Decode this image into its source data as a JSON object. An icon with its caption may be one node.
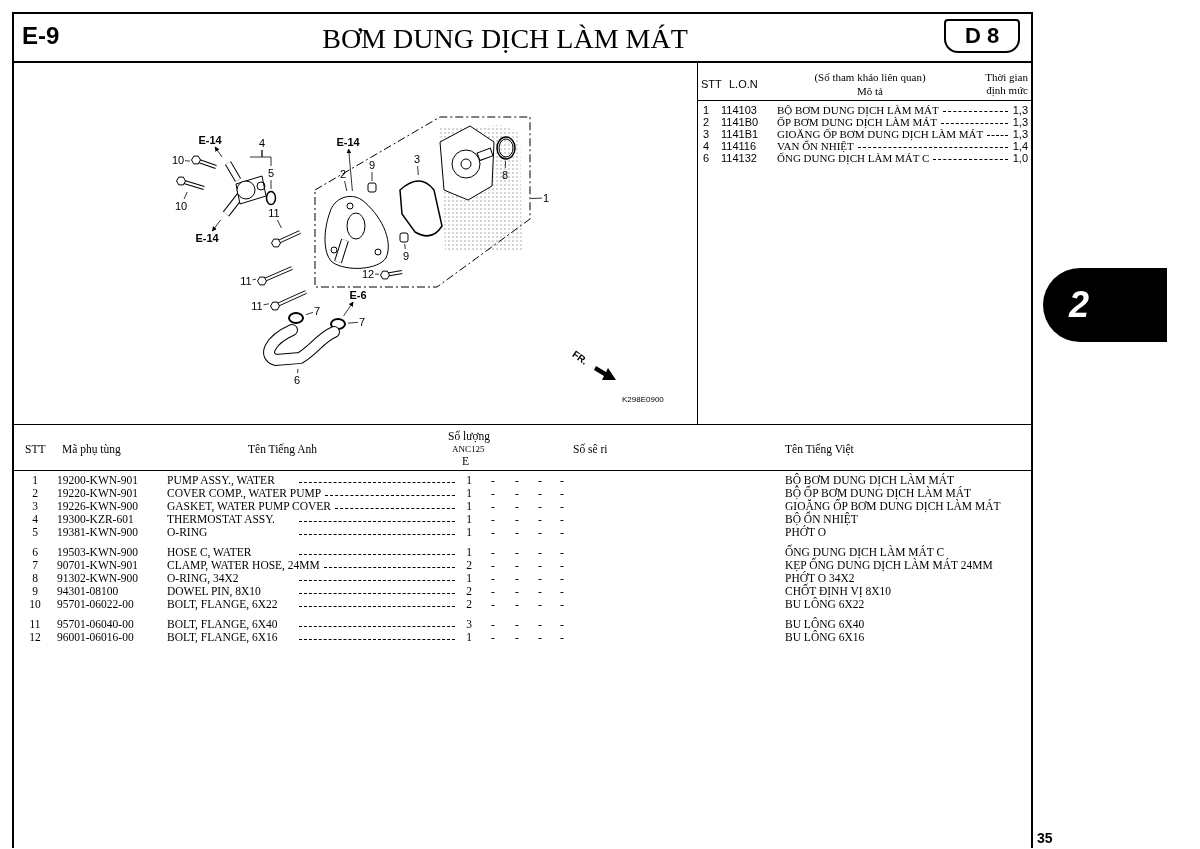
{
  "diagram": {
    "title": "BƠM DUNG DỊCH LÀM MÁT",
    "nodes": [
      {
        "text": [
          "E-14"
        ]
      },
      {
        "text": [
          "E-14"
        ]
      },
      {
        "text": [
          "4"
        ]
      },
      {
        "text": [
          "3"
        ],
        "in": 21
      },
      {
        "text": [
          "10"
        ]
      },
      {
        "text": [
          "9"
        ],
        "in": 21
      },
      {
        "text": [
          "5"
        ]
      },
      {
        "text": [
          "8"
        ],
        "in": 21
      },
      {
        "text": [
          "2"
        ],
        "in": 21
      },
      {
        "text": [
          "10"
        ]
      },
      {
        "text": [
          "1"
        ]
      },
      {
        "text": [
          "11"
        ]
      },
      {
        "text": [
          "E-14"
        ]
      },
      {
        "text": [
          "9"
        ],
        "in": 21
      },
      {
        "text": [
          "12"
        ],
        "in": 21
      },
      {
        "text": [
          "11"
        ]
      },
      {
        "text": [
          "E-6"
        ]
      },
      {
        "text": [
          "11"
        ]
      },
      {
        "text": [
          "7"
        ]
      },
      {
        "text": [
          "7"
        ]
      },
      {
        "text": [
          "6"
        ]
      },
      {
        "text": [],
        "shape": "box"
      },
      {
        "text": [],
        "shape": "picture"
      },
      {
        "text": [],
        "shape": "circle"
      },
      {
        "text": [],
        "shape": "picture"
      },
      {
        "text": [],
        "shape": "picture"
      },
      {
        "text": [],
        "shape": "picture",
        "in": 21
      },
      {
        "text": [],
        "shape": "box",
        "in": 21
      },
      {
        "text": [],
        "shape": "picture",
        "in": 21
      },
      {
        "text": [],
        "shape": "picture",
        "in": 21
      },
      {
        "text": [],
        "shape": "picture"
      },
      {
        "text": [],
        "shape": "picture"
      },
      {
        "text": [],
        "shape": "picture"
      },
      {
        "text": [],
        "shape": "picture",
        "in": 21
      },
      {
        "text": [],
        "shape": "box",
        "in": 21
      },
      {
        "text": [],
        "shape": "circle"
      },
      {
        "text": [],
        "shape": "circle"
      },
      {
        "text": [],
        "shape": "picture"
      }
    ],
    "edges": [
      {
        "from": 22,
        "to": 0,
        "arrow": "to"
      },
      {
        "from": 26,
        "to": 1,
        "arrow": "to"
      },
      {
        "from": 2,
        "to": 22,
        "arrow": "none"
      },
      {
        "from": 2,
        "to": 6,
        "arrow": "none"
      },
      {
        "from": 3,
        "to": 28,
        "arrow": "none"
      },
      {
        "from": 4,
        "to": 24,
        "arrow": "none"
      },
      {
        "from": 5,
        "to": 27,
        "arrow": "none"
      },
      {
        "from": 6,
        "to": 23,
        "arrow": "none"
      },
      {
        "from": 7,
        "to": 29,
        "arrow": "none"
      },
      {
        "from": 8,
        "to": 26,
        "arrow": "none"
      },
      {
        "from": 9,
        "to": 25,
        "arrow": "none"
      },
      {
        "from": 10,
        "to": 21,
        "arrow": "none"
      },
      {
        "from": 11,
        "to": 30,
        "arrow": "none"
      },
      {
        "from": 22,
        "to": 12,
        "arrow": "to"
      },
      {
        "from": 13,
        "to": 34,
        "arrow": "none"
      },
      {
        "from": 14,
        "to": 33,
        "arrow": "none"
      },
      {
        "from": 15,
        "to": 31,
        "arrow": "none"
      },
      {
        "from": 36,
        "to": 16,
        "arrow": "to"
      },
      {
        "from": 17,
        "to": 32,
        "arrow": "none"
      },
      {
        "from": 18,
        "to": 35,
        "arrow": "none"
      },
      {
        "from": 19,
        "to": 36,
        "arrow": "none"
      },
      {
        "from": 20,
        "to": 37,
        "arrow": "none"
      }
    ],
    "labels": [
      "E-9",
      "D 8",
      "STT",
      "L.O.N",
      "(Số tham khảo liên quan)",
      "Mô tả",
      "Thời gian định mức",
      "1",
      "114103",
      "BỘ BƠM DUNG DỊCH LÀM MÁT",
      "1,3",
      "2",
      "1141B0",
      "ỐP BƠM DUNG DỊCH LÀM MÁT",
      "1,3",
      "3",
      "1141B1",
      "GIOĂNG ỐP BƠM DUNG DỊCH LÀM MÁT",
      "1,3",
      "4",
      "114116",
      "VAN ỔN NHIỆT",
      "1,4",
      "6",
      "114132",
      "ỐNG DUNG DỊCH LÀM MÁT C",
      "1,0",
      "FR.",
      "K298E0900",
      "2",
      "STT",
      "Mã phụ tùng",
      "Tên Tiếng Anh",
      "Số lượng",
      "ANC125",
      "E",
      "Số sê ri",
      "Tên Tiếng Việt",
      "1",
      "19200-KWN-901",
      "PUMP ASSY., WATER",
      "1",
      "-",
      "-",
      "-",
      "-",
      "BỘ BƠM DUNG DỊCH LÀM MÁT",
      "2",
      "19220-KWN-901",
      "COVER COMP., WATER PUMP",
      "1",
      "-",
      "-",
      "-",
      "-",
      "BỘ ỐP BƠM DUNG DỊCH LÀM MÁT",
      "3",
      "19226-KWN-900",
      "GASKET, WATER PUMP COVER",
      "1",
      "-",
      "-",
      "-",
      "-",
      "GIOĂNG ỐP BƠM DUNG DỊCH LÀM MÁT",
      "4",
      "19300-KZR-601",
      "THERMOSTAT ASSY.",
      "1",
      "-",
      "-",
      "-",
      "-",
      "BỘ ỔN NHIỆT",
      "5",
      "19381-KWN-900",
      "O-RING",
      "1",
      "-",
      "-",
      "-",
      "-",
      "PHỚT O",
      "6",
      "19503-KWN-900",
      "HOSE C, WATER",
      "1",
      "-",
      "-",
      "-",
      "-",
      "ỐNG DUNG DỊCH LÀM MÁT C",
      "7",
      "90701-KWN-901",
      "CLAMP, WATER HOSE, 24MM",
      "2",
      "-",
      "-",
      "-",
      "-",
      "KẸP ỐNG DUNG DỊCH LÀM MÁT 24MM",
      "8",
      "91302-KWN-900",
      "O-RING, 34X2",
      "1",
      "-",
      "-",
      "-",
      "-",
      "PHỚT O 34X2",
      "9",
      "94301-08100",
      "DOWEL PIN, 8X10",
      "2",
      "-",
      "-",
      "-",
      "-",
      "CHỐT ĐỊNH VỊ 8X10",
      "10",
      "95701-06022-00",
      "BOLT, FLANGE, 6X22",
      "2",
      "-",
      "-",
      "-",
      "-",
      "BU LÔNG 6X22",
      "11",
      "95701-06040-00",
      "BOLT, FLANGE, 6X40",
      "3",
      "-",
      "-",
      "-",
      "-",
      "BU LÔNG 6X40",
      "12",
      "96001-06016-00",
      "BOLT, FLANGE, 6X16",
      "1",
      "-",
      "-",
      "-",
      "-",
      "BU LÔNG 6X16",
      "35"
    ]
  }
}
